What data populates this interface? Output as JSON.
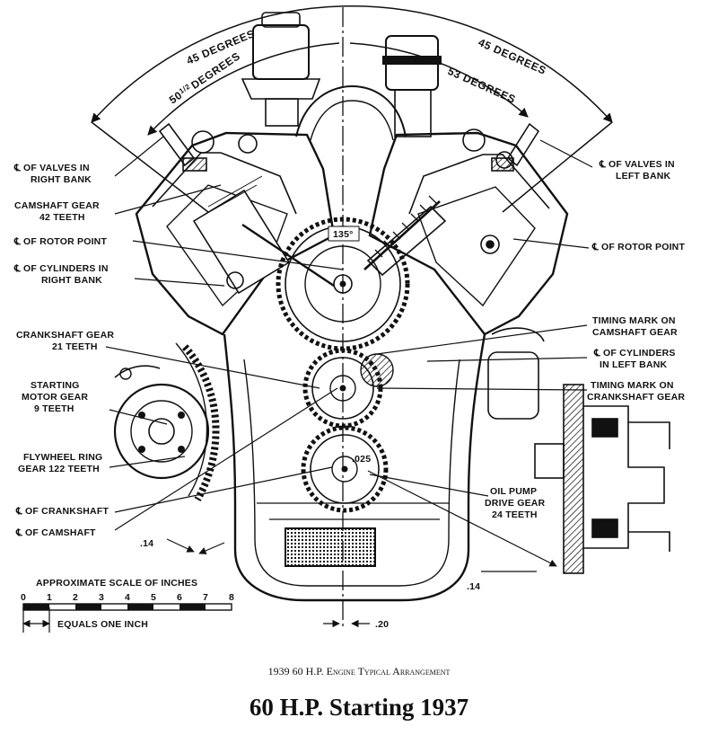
{
  "angles": {
    "left_45": "45 DEGREES",
    "right_45": "45 DEGREES",
    "fifty_half_pre": "50",
    "fifty_half_frac": "1/2",
    "fifty_half_post": "DEGREES",
    "fifty_three": "53 DEGREES",
    "center_angle": "135°"
  },
  "left_labels": {
    "valves_right_1": "℄ OF VALVES IN",
    "valves_right_2": "RIGHT BANK",
    "cam_gear_1": "CAMSHAFT GEAR",
    "cam_gear_2": "42 TEETH",
    "rotor_left": "℄ OF ROTOR POINT",
    "cyl_right_1": "℄ OF CYLINDERS IN",
    "cyl_right_2": "RIGHT BANK",
    "crank_gear_1": "CRANKSHAFT GEAR",
    "crank_gear_2": "21 TEETH",
    "starting_1": "STARTING",
    "starting_2": "MOTOR GEAR",
    "starting_3": "9 TEETH",
    "flywheel_1": "FLYWHEEL RING",
    "flywheel_2": "GEAR 122 TEETH",
    "crankshaft_cl": "℄ OF CRANKSHAFT",
    "camshaft_cl": "℄ OF CAMSHAFT"
  },
  "right_labels": {
    "valves_left_1": "℄ OF VALVES IN",
    "valves_left_2": "LEFT BANK",
    "rotor_right": "℄ OF ROTOR POINT",
    "tm_cam_1": "TIMING MARK ON",
    "tm_cam_2": "CAMSHAFT GEAR",
    "cyl_left_1": "℄ OF CYLINDERS",
    "cyl_left_2": "IN LEFT BANK",
    "tm_crank_1": "TIMING MARK ON",
    "tm_crank_2": "CRANKSHAFT GEAR",
    "oil_1": "OIL PUMP",
    "oil_2": "DRIVE GEAR",
    "oil_3": "24 TEETH"
  },
  "dimensions": {
    "d14_left": ".14",
    "d14_right": ".14",
    "d20": ".20",
    "d025": ".025"
  },
  "scale": {
    "title": "APPROXIMATE SCALE OF INCHES",
    "ticks": [
      "0",
      "1",
      "2",
      "3",
      "4",
      "5",
      "6",
      "7",
      "8"
    ],
    "equals": "EQUALS ONE INCH"
  },
  "captions": {
    "small_pre": "1939 60 H.P.",
    "small_sc": "Engine Typical Arrangement",
    "big": "60 H.P. Starting 1937"
  }
}
